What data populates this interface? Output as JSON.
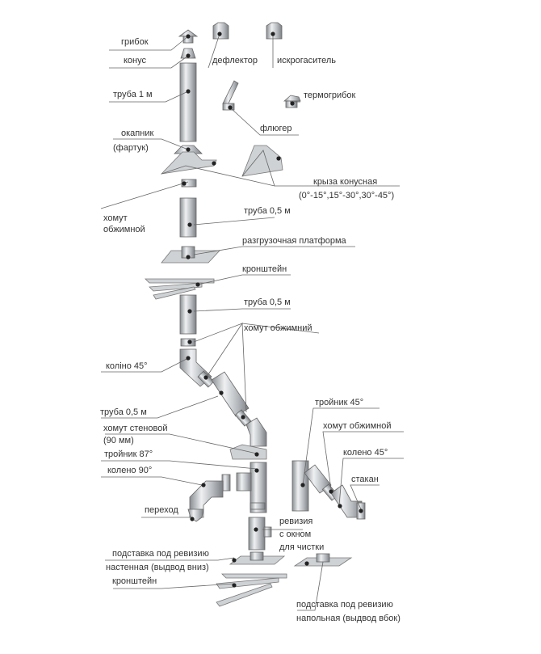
{
  "labels": {
    "gribok": "грибок",
    "konus": "конус",
    "deflektor": "дефлектор",
    "iskrogasitel": "искрогаситель",
    "truba_1m": "труба 1 м",
    "termogribok": "термогрибок",
    "flyuger": "флюгер",
    "okapnik_1": "окапник",
    "okapnik_2": "(фартук)",
    "kryza_1": "крыза конусная",
    "kryza_2": "(0°-15°,15°-30°,30°-45°)",
    "khomut_obzh_1": "хомут",
    "khomut_obzh_2": "обжимной",
    "truba_05_a": "труба 0,5 м",
    "platforma": "разгрузочная платформа",
    "kronshtein_a": "кронштейн",
    "truba_05_b": "труба 0,5 м",
    "khomut_obzhimniy": "хомут обжимний",
    "kolino_45": "коліно 45°",
    "truba_05_c": "труба 0,5 м",
    "khomut_sten_1": "хомут стеновой",
    "khomut_sten_2": "(90 мм)",
    "troynik_87": "тройник 87°",
    "koleno_90": "колено 90°",
    "perekhod": "переход",
    "reviziya_1": "ревизия",
    "reviziya_2": "с окном",
    "reviziya_3": "для чистки",
    "podst_nast_1": "подставка под ревизию",
    "podst_nast_2": "настенная (выдвод вниз)",
    "kronshtein_b": "кронштейн",
    "podst_nap_1": "подставка под ревизию",
    "podst_nap_2": "напольная (выдвод вбок)",
    "troynik_45": "тройник 45°",
    "khomut_obzh_r": "хомут обжимной",
    "koleno_45_r": "колено 45°",
    "stakan": "стакан"
  }
}
